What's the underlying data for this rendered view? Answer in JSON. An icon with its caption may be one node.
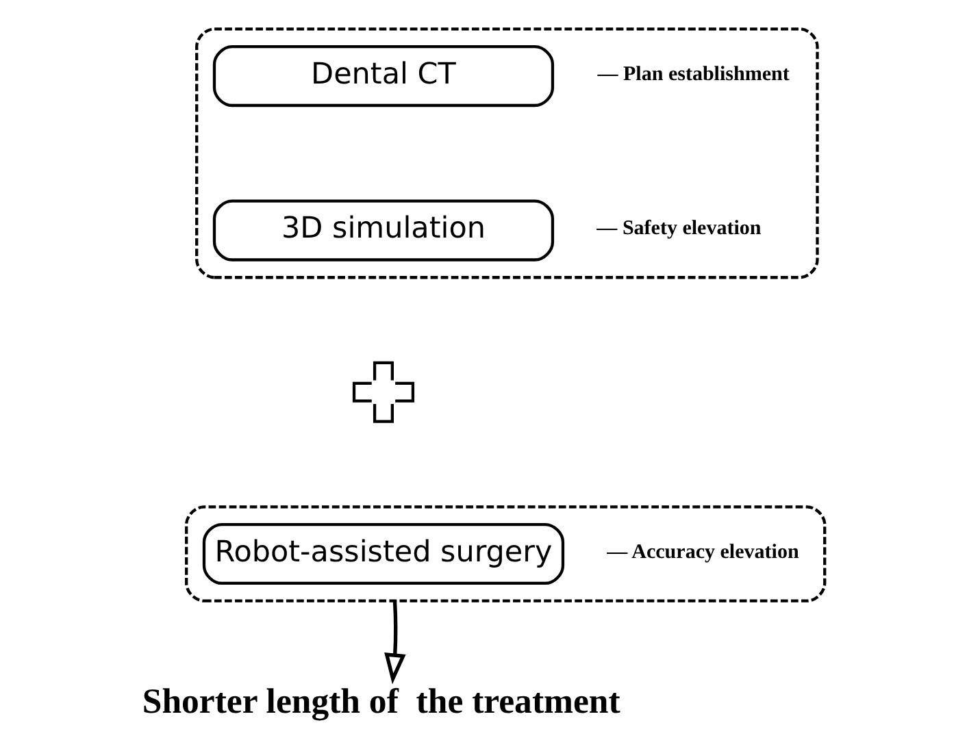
{
  "diagram": {
    "nodes": [
      {
        "text": [],
        "shape": "box"
      },
      {
        "text": [
          "Dental CT"
        ],
        "in": 0,
        "beside": [
          "— Plan establishment"
        ]
      },
      {
        "text": [
          "3D simulation"
        ],
        "in": 0,
        "beside": [
          "— Safety elevation"
        ]
      },
      {
        "text": [],
        "shape": "plus"
      },
      {
        "text": [],
        "shape": "box"
      },
      {
        "text": [
          "Robot-assisted surgery"
        ],
        "in": 4,
        "beside": [
          "— Accuracy elevation"
        ]
      },
      {
        "text": [
          "Shorter length of  the treatment"
        ]
      }
    ],
    "edges": [
      {
        "from": 4,
        "to": 6,
        "arrow": "to"
      }
    ]
  }
}
